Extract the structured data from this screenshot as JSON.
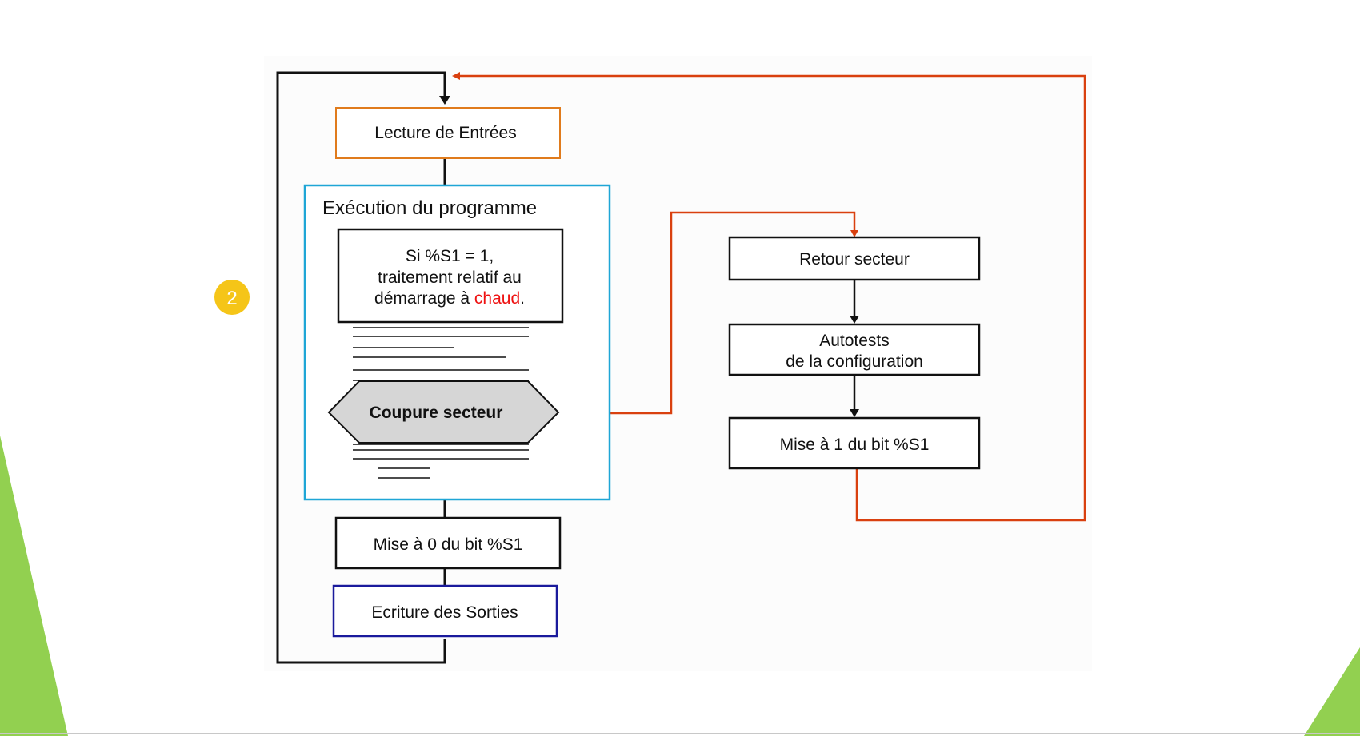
{
  "slide": {
    "badge_number": "2",
    "badge_color": "#f5c518",
    "accent_color": "#92d050"
  },
  "diagram": {
    "lecture_entrees": "Lecture de Entrées",
    "execution_title": "Exécution du programme",
    "si_line1": "Si  %S1 = 1,",
    "si_line2": "traitement relatif  au",
    "si_line3_prefix": "démarrage à ",
    "si_line3_highlight": "chaud",
    "si_line3_suffix": ".",
    "coupure_secteur": "Coupure secteur",
    "mise_a_zero": "Mise à 0 du bit %S1",
    "ecriture_sorties": "Ecriture des Sorties",
    "retour_secteur": "Retour secteur",
    "autotests_line1": "Autotests",
    "autotests_line2": "de la configuration",
    "mise_a_un": "Mise à 1 du bit %S1"
  },
  "colors": {
    "orange_line": "#d9400f",
    "orange_box": "#e07b1c",
    "cyan_box": "#1fa6d6",
    "navy_box": "#1a1a9c",
    "highlight_red": "#ee1111",
    "hexagon_fill": "#d6d6d6"
  }
}
